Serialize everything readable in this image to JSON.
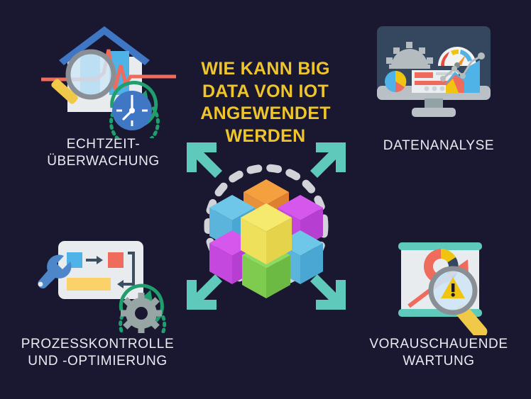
{
  "page": {
    "background_color": "#1a1730",
    "title_color": "#eec52a",
    "label_color": "#e9ecf3",
    "accent_teal": "#5fc9bc"
  },
  "title": {
    "lines": [
      "WIE KANN BIG",
      "DATA VON IOT",
      "ANGEWENDET",
      "WERDEN"
    ],
    "text": "WIE KANN BIG DATA VON IOT ANGEWENDET WERDEN"
  },
  "items": [
    {
      "id": "realtime-monitoring",
      "icon_name": "house-heartbeat-magnifier-clock-icon",
      "label_lines": [
        "ECHTZEIT-",
        "ÜBERWACHUNG"
      ],
      "label": "ECHTZEIT-ÜBERWACHUNG"
    },
    {
      "id": "data-analysis",
      "icon_name": "monitor-dashboard-icon",
      "label_lines": [
        "DATENANALYSE"
      ],
      "label": "DATENANALYSE"
    },
    {
      "id": "process-control",
      "icon_name": "wrench-flowchart-gear-icon",
      "label_lines": [
        "PROZESSKONTROLLE",
        "UND -OPTIMIERUNG"
      ],
      "label": "PROZESSKONTROLLE UND -OPTIMIERUNG"
    },
    {
      "id": "predictive-maintenance",
      "icon_name": "board-chart-warning-magnifier-icon",
      "label_lines": [
        "VORAUSCHAUENDE",
        "WARTUNG"
      ],
      "label": "VORAUSCHAUENDE WARTUNG"
    }
  ],
  "center": {
    "icon_name": "cubes-expand-arrows-icon",
    "cubes": [
      {
        "position": "top",
        "color": "#f5a03f"
      },
      {
        "position": "upper-left",
        "color": "#6ec6e8"
      },
      {
        "position": "upper-right",
        "color": "#d557ec"
      },
      {
        "position": "middle",
        "color": "#f5e96e"
      },
      {
        "position": "lower-left",
        "color": "#d557ec"
      },
      {
        "position": "lower-right",
        "color": "#6ec6e8"
      },
      {
        "position": "bottom",
        "color": "#8ed95f"
      }
    ],
    "dashed_ring_color": "#d2d3d8",
    "arrow_color": "#5fc9bc",
    "arrow_count": 4
  }
}
